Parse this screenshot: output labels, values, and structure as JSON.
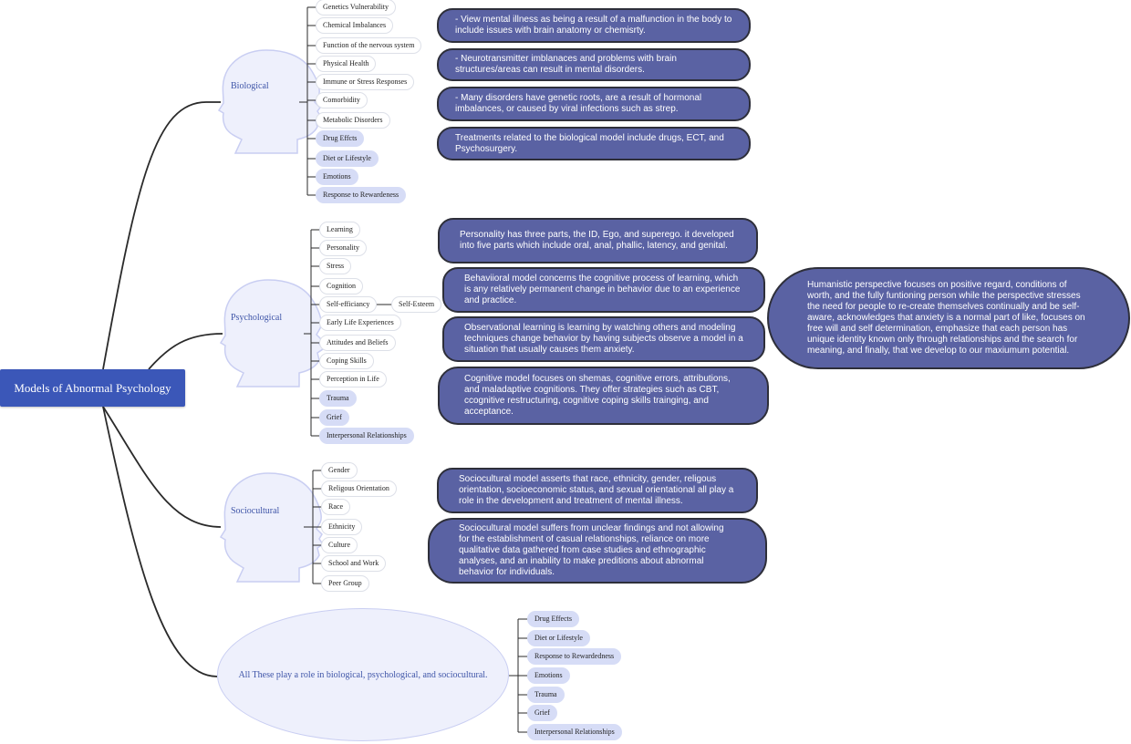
{
  "root": {
    "label": "Models of Abnormal Psychology"
  },
  "biological": {
    "label": "Biological",
    "items": [
      {
        "label": "Genetics Vulnerability",
        "highlight": false
      },
      {
        "label": "Chemical Imbalances",
        "highlight": false
      },
      {
        "label": "Function of the nervous system",
        "highlight": false
      },
      {
        "label": "Physical Health",
        "highlight": false
      },
      {
        "label": "Immune or Stress Responses",
        "highlight": false
      },
      {
        "label": "Comorbidity",
        "highlight": false
      },
      {
        "label": "Metabolic Disorders",
        "highlight": false
      },
      {
        "label": "Drug Effcts",
        "highlight": true
      },
      {
        "label": "Diet or Lifestyle",
        "highlight": true
      },
      {
        "label": "Emotions",
        "highlight": true
      },
      {
        "label": "Response to Rewardeness",
        "highlight": true
      }
    ],
    "notes": [
      "- View mental illness as being a result of a malfunction in the body to include issues with brain anatomy or chemisrty.",
      "- Neurotransmitter imblanaces and problems with brain structures/areas can result in mental disorders.",
      "- Many disorders have genetic roots, are a result of hormonal imbalances, or caused by viral infections such as strep.",
      "Treatments related to the biological model include drugs, ECT, and Psychosurgery."
    ]
  },
  "psychological": {
    "label": "Psychological",
    "items": [
      {
        "label": "Learning",
        "highlight": false
      },
      {
        "label": "Personality",
        "highlight": false
      },
      {
        "label": "Stress",
        "highlight": false
      },
      {
        "label": "Cognition",
        "highlight": false
      },
      {
        "label": "Self-efficiancy",
        "highlight": false
      },
      {
        "label": "Early Life Experiences",
        "highlight": false
      },
      {
        "label": "Attitudes and Beliefs",
        "highlight": false
      },
      {
        "label": "Coping Skills",
        "highlight": false
      },
      {
        "label": "Perception in Life",
        "highlight": false
      },
      {
        "label": "Trauma",
        "highlight": true
      },
      {
        "label": "Grief",
        "highlight": true
      },
      {
        "label": "Interpersonal Relationships",
        "highlight": true
      }
    ],
    "sub_item": "Self-Esteem",
    "notes": [
      "Personality has three parts, the ID, Ego, and superego. it developed into five parts which include oral, anal, phallic, latency, and genital.",
      "Behaviioral model concerns the cognitive process of learning, which is any relatively permanent change in behavior due to an experience and practice.",
      "Observational learning is learning by watching others and modeling techniques change behavior by having subjects observe a model in a situation that usually causes them anxiety.",
      "Cognitive model focuses on shemas, cognitive errors, attributions, and maladaptive cognitions. They offer strategies such as CBT, ccognitive restructuring, cognitive coping skills trainging, and acceptance."
    ],
    "humanistic_note": "Humanistic perspective focuses on positive regard, conditions of worth, and the fully funtioning person while the perspective stresses the need for people to re-create themselves continually and be self-aware, acknowledges that anxiety is a normal part of like, focuses on free will and self determination, emphasize that each person has unique identity known only through relationships and the search for meaning, and finally, that we develop to our maxiumum potential."
  },
  "sociocultural": {
    "label": "Sociocultural",
    "items": [
      {
        "label": "Gender",
        "highlight": false
      },
      {
        "label": "Religous Orientation",
        "highlight": false
      },
      {
        "label": "Race",
        "highlight": false
      },
      {
        "label": "Ethnicity",
        "highlight": false
      },
      {
        "label": "Culture",
        "highlight": false
      },
      {
        "label": "School and Work",
        "highlight": false
      },
      {
        "label": "Peer Group",
        "highlight": false
      }
    ],
    "notes": [
      "Sociocultural model asserts that race, ethnicity, gender, religous orientation, socioeconomic status, and sexual orientational all play a role in the development and treatment of mental illness.",
      "Sociocultural model suffers from unclear findings and not allowing for the establishment of casual relationships, reliance on more qualitative data gathered from case studies and ethnographic analyses, and an inability to make preditions about abnormal behavior for individuals."
    ]
  },
  "combined": {
    "label": "All These play a role in biological, psychological, and sociocultural.",
    "items": [
      {
        "label": "Drug Effects",
        "highlight": true
      },
      {
        "label": "Diet or Lifestyle",
        "highlight": true
      },
      {
        "label": "Response to Rewardedness",
        "highlight": true
      },
      {
        "label": "Emotions",
        "highlight": true
      },
      {
        "label": "Trauma",
        "highlight": true
      },
      {
        "label": "Grief",
        "highlight": true
      },
      {
        "label": "Interpersonal Relationships",
        "highlight": true
      }
    ]
  },
  "colors": {
    "root_bg": "#3b57b8",
    "note_bg": "#5a62a3",
    "note_border": "#2e2f3a",
    "highlight_leaf": "#d6dcf6",
    "head_fill": "#eef0fc",
    "head_stroke": "#c9cef2",
    "connector": "#2a2a2a",
    "label_text": "#3f55a8"
  },
  "icons": {
    "head": "head-silhouette-icon"
  }
}
